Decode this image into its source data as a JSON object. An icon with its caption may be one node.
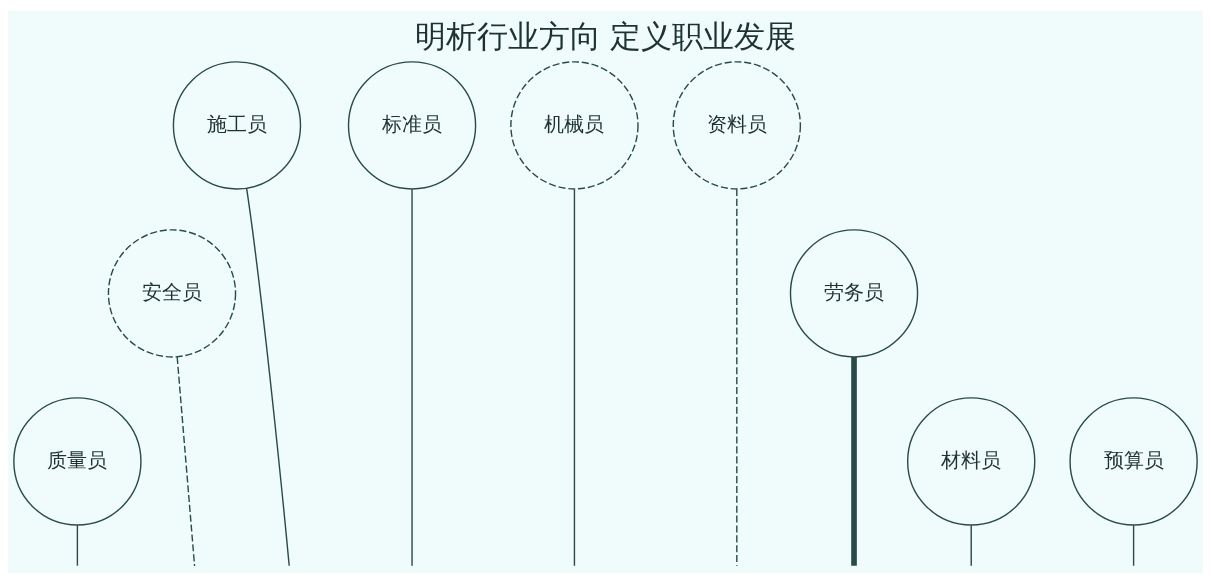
{
  "diagram": {
    "title": "明析行业方向 定义职业发展",
    "nodes": [
      {
        "text": [
          "施工员"
        ]
      },
      {
        "text": [
          "标准员"
        ]
      },
      {
        "text": [
          "机械员"
        ]
      },
      {
        "text": [
          "资料员"
        ]
      },
      {
        "text": [
          "安全员"
        ]
      },
      {
        "text": [
          "劳务员"
        ]
      },
      {
        "text": [
          "质量员"
        ]
      },
      {
        "text": [
          "材料员"
        ]
      },
      {
        "text": [
          "预算员"
        ]
      }
    ],
    "edges": [
      {
        "from": 0,
        "to": null,
        "arrow": "none"
      },
      {
        "from": 6,
        "to": null,
        "arrow": "none"
      },
      {
        "from": 4,
        "to": null,
        "arrow": "none",
        "style": "dashed"
      },
      {
        "from": 1,
        "to": null,
        "arrow": "none"
      },
      {
        "from": 7,
        "to": null,
        "arrow": "none"
      },
      {
        "from": 2,
        "to": null,
        "arrow": "none"
      },
      {
        "from": 5,
        "to": null,
        "arrow": "none",
        "style": "thick"
      },
      {
        "from": 3,
        "to": null,
        "arrow": "none",
        "style": "dashed"
      },
      {
        "from": 8,
        "to": null,
        "arrow": "none"
      }
    ]
  }
}
